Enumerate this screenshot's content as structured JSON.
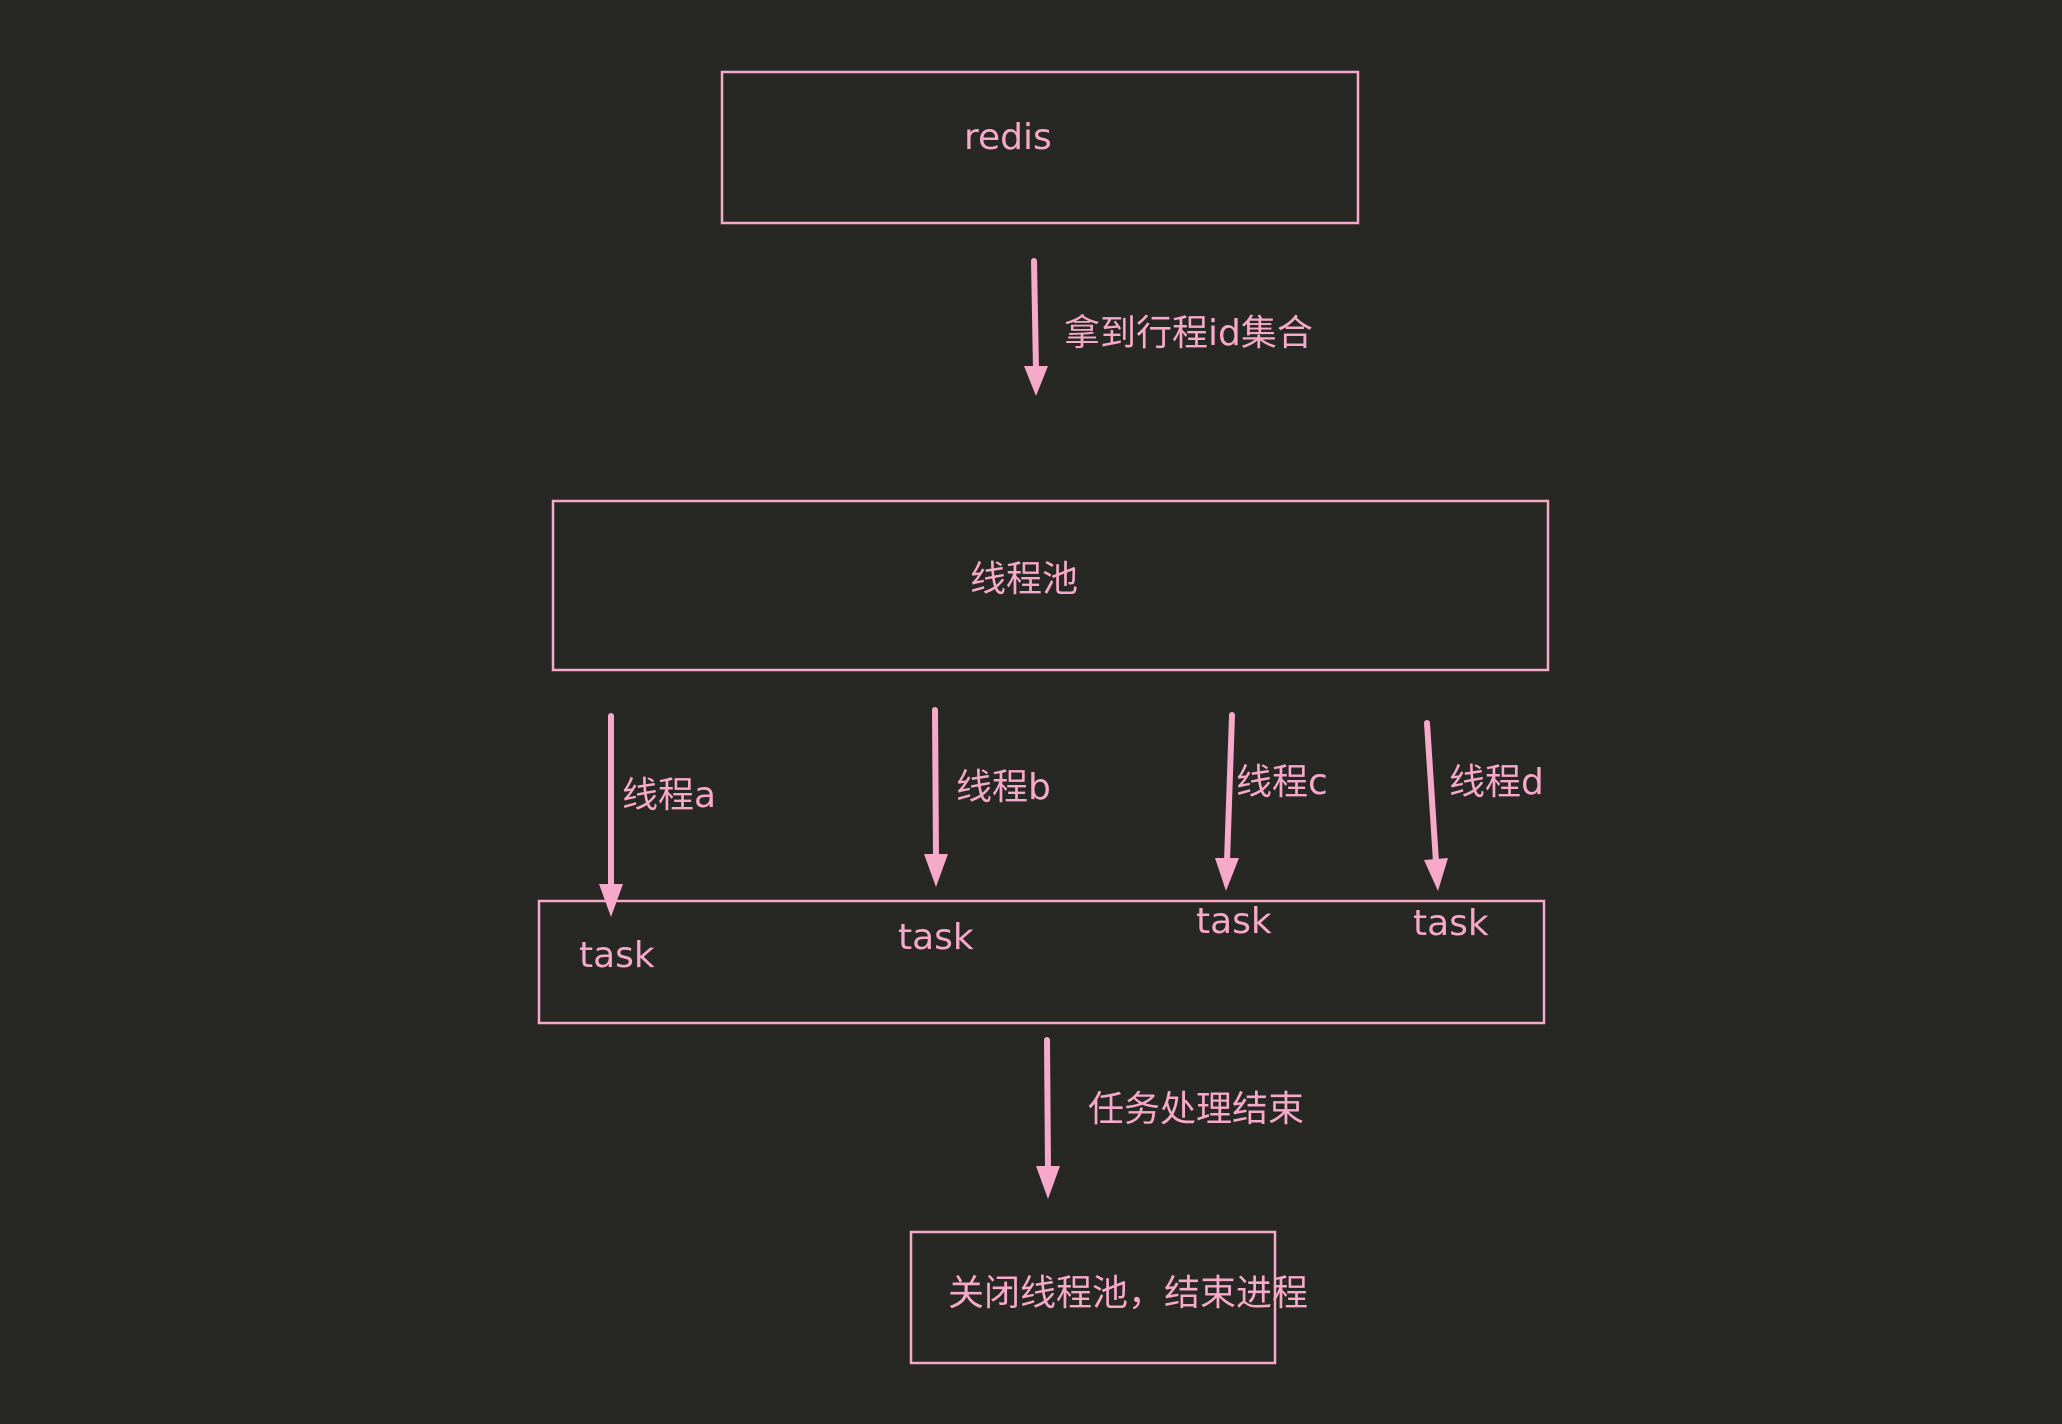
{
  "nodes": {
    "redis": "redis",
    "thread_pool": "线程池",
    "task_a": "task",
    "task_b": "task",
    "task_c": "task",
    "task_d": "task",
    "shutdown": "关闭线程池，结束进程"
  },
  "edges": {
    "fetch_ids": "拿到行程id集合",
    "thread_a": "线程a",
    "thread_b": "线程b",
    "thread_c": "线程c",
    "thread_d": "线程d",
    "task_done": "任务处理结束"
  },
  "colors": {
    "background": "#272723",
    "stroke": "#f6a9c9",
    "text": "#f6a9c9"
  }
}
